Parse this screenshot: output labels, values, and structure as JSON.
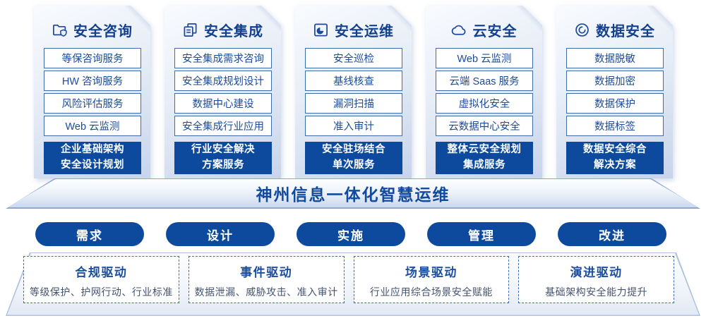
{
  "colors": {
    "primary_blue": "#0d4a9e",
    "title_blue": "#14418f",
    "item_text_blue": "#1b4b9c",
    "item_border_blue": "#3e6bab",
    "dashed_border_blue": "#3f6cb0",
    "desc_gray_blue": "#44536f"
  },
  "cards": [
    {
      "title": "安全咨询",
      "icon": "folder-shield-icon",
      "items": [
        "等保咨询服务",
        "HW 咨询服务",
        "风险评估服务",
        "Web 云监测"
      ],
      "footer_line1": "企业基础架构",
      "footer_line2": "安全设计规划"
    },
    {
      "title": "安全集成",
      "icon": "copy-documents-icon",
      "items": [
        "安全集成需求咨询",
        "安全集成规划设计",
        "数据中心建设",
        "安全集成行业应用"
      ],
      "footer_line1": "行业安全解决",
      "footer_line2": "方案服务"
    },
    {
      "title": "安全运维",
      "icon": "operations-monitor-icon",
      "items": [
        "安全巡检",
        "基线核查",
        "漏洞扫描",
        "准入审计"
      ],
      "footer_line1": "安全驻场结合",
      "footer_line2": "单次服务"
    },
    {
      "title": "云安全",
      "icon": "cloud-icon",
      "items": [
        "Web 云监测",
        "云端 Saas 服务",
        "虚拟化安全",
        "云数据中心安全"
      ],
      "footer_line1": "整体云安全规划",
      "footer_line2": "集成服务"
    },
    {
      "title": "数据安全",
      "icon": "data-spiral-icon",
      "items": [
        "数据脱敏",
        "数据加密",
        "数据保护",
        "数据标签"
      ],
      "footer_line1": "数据安全综合",
      "footer_line2": "解决方案"
    }
  ],
  "banner": {
    "title": "神州信息一体化智慧运维"
  },
  "process_steps": [
    "需求",
    "设计",
    "实施",
    "管理",
    "改进"
  ],
  "drivers": [
    {
      "title": "合规驱动",
      "desc": "等级保护、护网行动、行业标准"
    },
    {
      "title": "事件驱动",
      "desc": "数据泄漏、威胁攻击、准入审计"
    },
    {
      "title": "场景驱动",
      "desc": "行业应用综合场景安全赋能"
    },
    {
      "title": "演进驱动",
      "desc": "基础架构安全能力提升"
    }
  ]
}
